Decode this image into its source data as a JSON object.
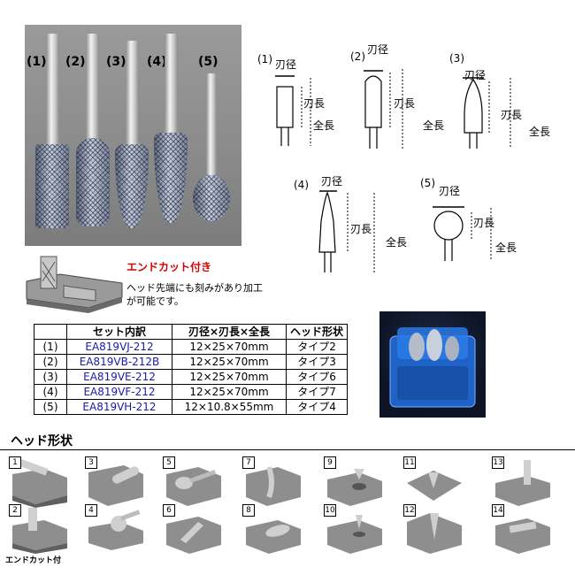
{
  "photo": {
    "labels": [
      "(1)",
      "(2)",
      "(3)",
      "(4)",
      "(5)"
    ]
  },
  "diagrams": {
    "d1": {
      "num": "(1)",
      "dia": "刃径",
      "blade": "刃長",
      "total": "全長"
    },
    "d2": {
      "num": "(2)",
      "dia": "刃径",
      "blade": "刃長",
      "total": "全長"
    },
    "d3": {
      "num": "(3)",
      "dia": "刃径",
      "blade": "刃長",
      "total": "全長"
    },
    "d4": {
      "num": "(4)",
      "dia": "刃径",
      "blade": "刃長",
      "total": "全長"
    },
    "d5": {
      "num": "(5)",
      "dia": "刃径",
      "blade": "刃長",
      "total": "全長"
    }
  },
  "endcut": {
    "label": "エンドカット付き",
    "note": "ヘッド先端にも刻みがあり加工が可能です。"
  },
  "table": {
    "headers": [
      "",
      "セット内訳",
      "刃径×刃長×全長",
      "ヘッド形状"
    ],
    "rows": [
      {
        "num": "(1)",
        "code": "EA819VJ-212",
        "dim": "12×25×70mm",
        "type": "タイプ2"
      },
      {
        "num": "(2)",
        "code": "EA819VB-212B",
        "dim": "12×25×70mm",
        "type": "タイプ3"
      },
      {
        "num": "(3)",
        "code": "EA819VE-212",
        "dim": "12×25×70mm",
        "type": "タイプ6"
      },
      {
        "num": "(4)",
        "code": "EA819VF-212",
        "dim": "12×25×70mm",
        "type": "タイプ7"
      },
      {
        "num": "(5)",
        "code": "EA819VH-212",
        "dim": "12×10.8×55mm",
        "type": "タイプ4"
      }
    ]
  },
  "head_shapes": {
    "title": "ヘッド形状",
    "tiles": [
      "1",
      "2",
      "3",
      "4",
      "5",
      "6",
      "7",
      "8",
      "9",
      "10",
      "11",
      "12",
      "13",
      "14"
    ],
    "endcut_sub": "エンドカット付"
  }
}
